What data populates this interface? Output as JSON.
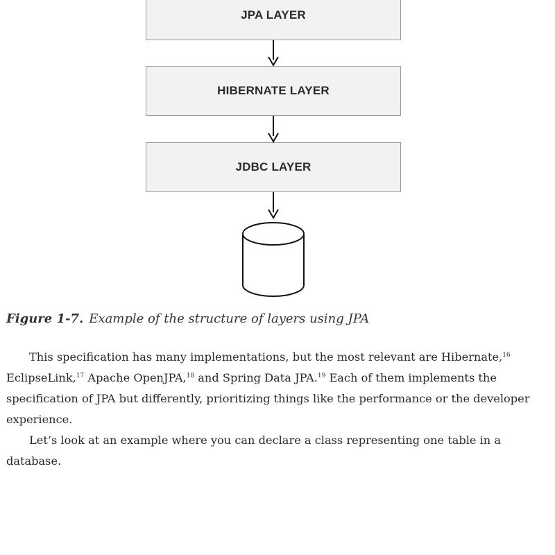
{
  "diagram": {
    "boxes": [
      {
        "label": "JPA LAYER"
      },
      {
        "label": "HIBERNATE LAYER"
      },
      {
        "label": "JDBC LAYER"
      }
    ],
    "database_icon": "database-cylinder-icon"
  },
  "caption": {
    "label": "Figure 1-7.",
    "text": "Example of the structure of layers using JPA"
  },
  "paragraphs": [
    {
      "segments": [
        {
          "text": "This specification has many implementations, but the most relevant are Hibernate,"
        },
        {
          "sup": "16"
        },
        {
          "text": " EclipseLink,"
        },
        {
          "sup": "17"
        },
        {
          "text": " Apache OpenJPA,"
        },
        {
          "sup": "18"
        },
        {
          "text": " and Spring Data JPA."
        },
        {
          "sup": "19"
        },
        {
          "text": " Each of them implements the specification of JPA but differently, prioritizing things like the performance or the developer experience."
        }
      ]
    },
    {
      "segments": [
        {
          "text": "Let’s look at an example where you can declare a class representing one table in a database."
        }
      ]
    }
  ],
  "colors": {
    "box_fill": "#f2f2f2",
    "box_border": "#9a9a9a",
    "arrow": "#111111"
  }
}
